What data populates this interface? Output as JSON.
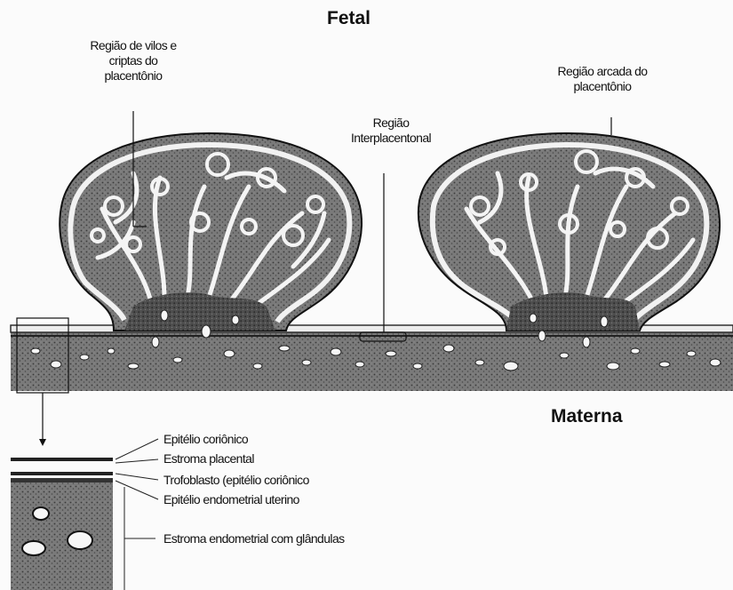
{
  "labels": {
    "fetal": "Fetal",
    "materna": "Materna",
    "vilos_line1": "Região de vilos e",
    "vilos_line2": "criptas do",
    "vilos_line3": "placentônio",
    "arcada_line1": "Região arcada do",
    "arcada_line2": "placentônio",
    "inter_line1": "Região",
    "inter_line2": "Interplacentonal"
  },
  "legend": [
    "Epitélio coriônico",
    "Estroma placental",
    "Trofoblasto (epitélio coriônico",
    "Epitélio endometrial uterino",
    "Estroma endometrial com glândulas"
  ]
}
